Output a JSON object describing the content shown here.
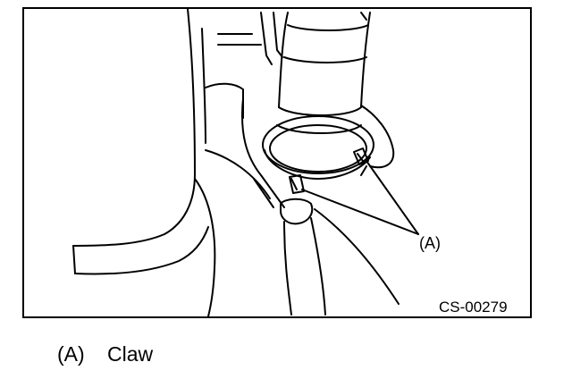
{
  "figure": {
    "callout_label": "(A)",
    "figure_code": "CS-00279"
  },
  "legend": {
    "items": [
      {
        "key": "(A)",
        "text": "Claw"
      }
    ]
  }
}
